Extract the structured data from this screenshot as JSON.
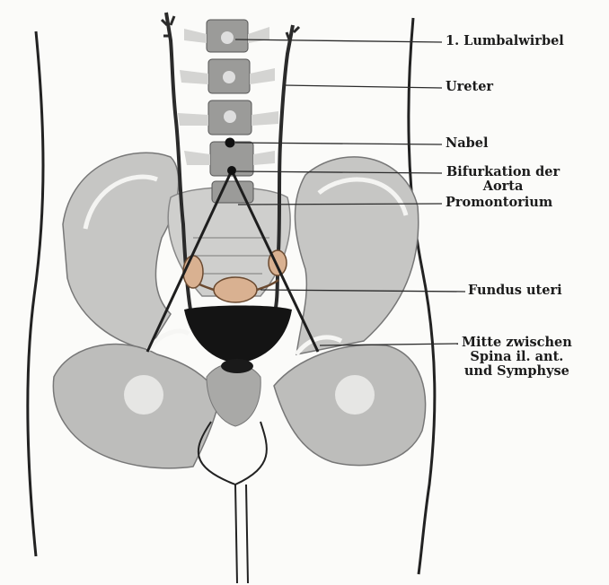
{
  "labels": {
    "lumbalwirbel": "1. Lumbalwirbel",
    "ureter": "Ureter",
    "nabel": "Nabel",
    "bifurkation": "Bifurkation der\nAorta",
    "promontorium": "Promontorium",
    "fundus": "Fundus uteri",
    "mitte": "Mitte zwischen\nSpina il. ant.\nund Symphyse"
  },
  "colors": {
    "background": "#fbfbf9",
    "bone": "#c2c2c0",
    "bone_dark": "#8f8f8d",
    "ink": "#1e1e1e",
    "uterus": "#d9b191"
  }
}
